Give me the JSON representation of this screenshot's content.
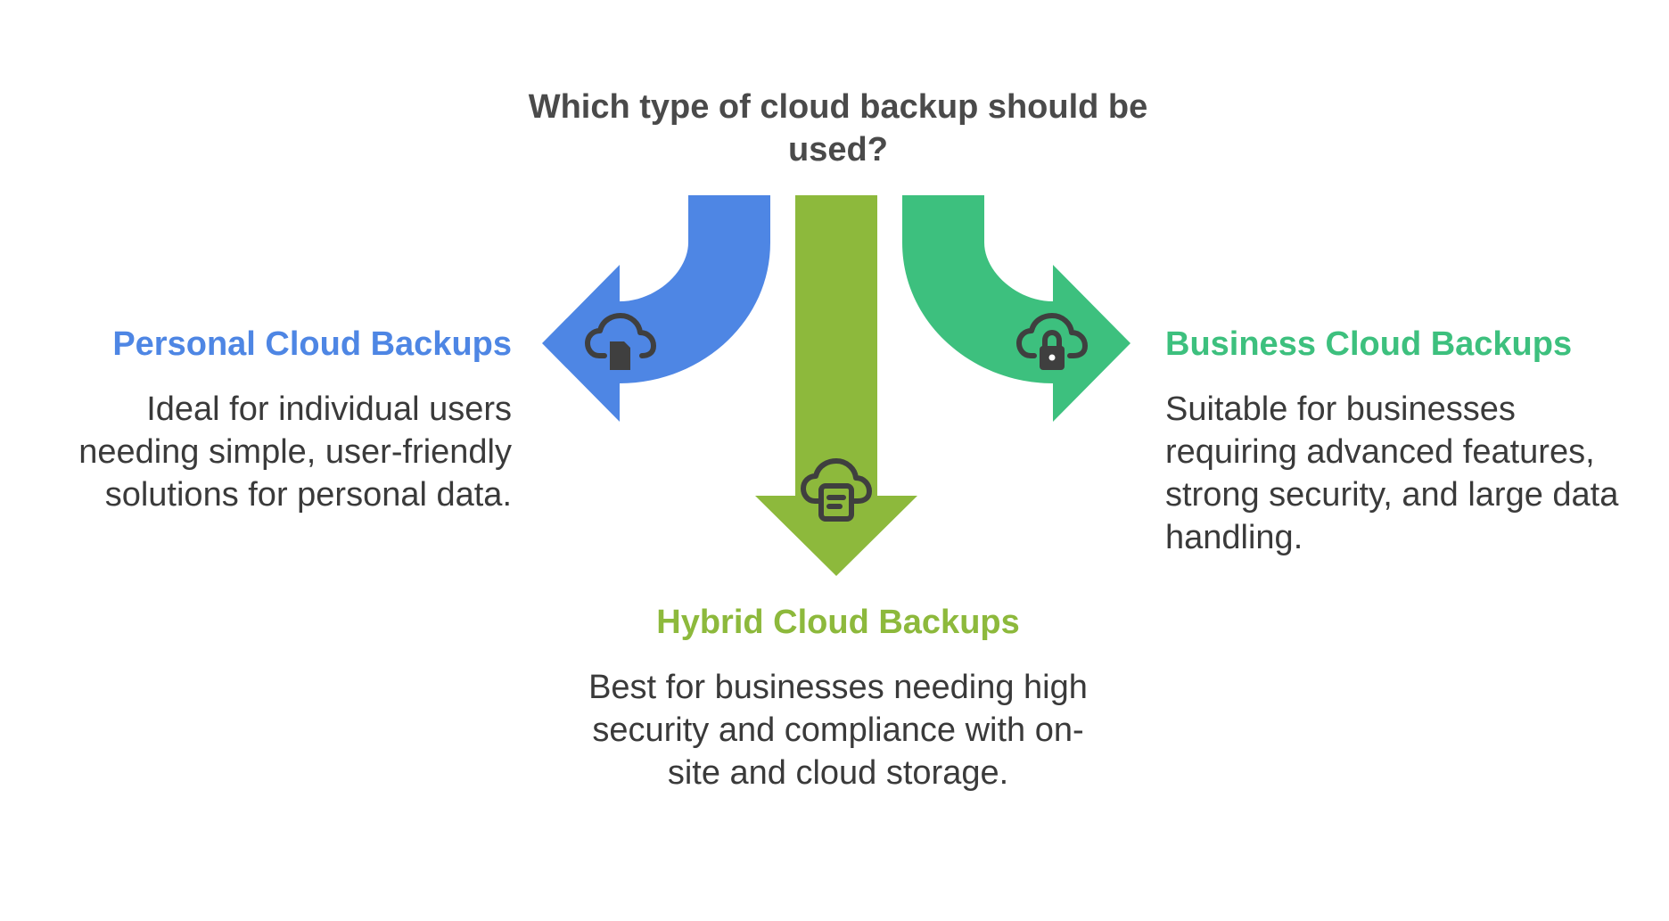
{
  "title": "Which type of cloud backup should be used?",
  "colors": {
    "personal": "#4e86e4",
    "hybrid": "#8db93c",
    "business": "#3dc07e",
    "icon": "#3f3f3f",
    "text": "#3a3a3a",
    "title": "#4a4a4a"
  },
  "options": {
    "personal": {
      "heading": "Personal Cloud Backups",
      "description": "Ideal for individual users needing simple, user-friendly solutions for personal data.",
      "icon": "cloud-file-icon"
    },
    "hybrid": {
      "heading": "Hybrid Cloud Backups",
      "description": "Best for businesses needing high security and compliance with on-site and cloud storage.",
      "icon": "cloud-document-icon"
    },
    "business": {
      "heading": "Business Cloud Backups",
      "description": "Suitable for businesses requiring advanced features, strong security, and large data handling.",
      "icon": "cloud-lock-icon"
    }
  }
}
